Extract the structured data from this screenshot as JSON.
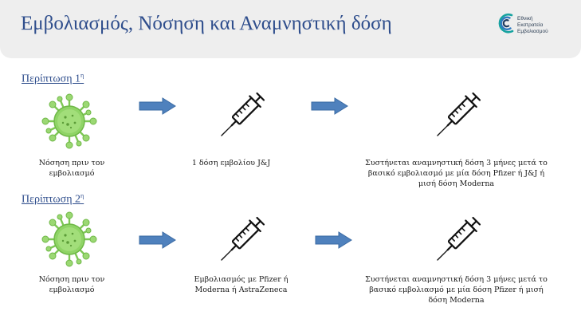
{
  "header": {
    "title": "Εμβολιασμός, Νόσηση και Αναμνηστική δόση",
    "logo": {
      "icon": "vaccination-campaign-logo-icon",
      "lines": [
        "Εθνική",
        "Εκστρατεία",
        "Εμβολιασμού"
      ],
      "colors": {
        "teal": "#17a3a0",
        "navy": "#1f3a5f",
        "blue": "#2f7ac0"
      }
    }
  },
  "cases": [
    {
      "title": "Περίπτωση 1",
      "title_sup": "η",
      "steps": [
        {
          "icon": "virus-icon",
          "caption": "Νόσηση πριν τον εμβολιασμό"
        },
        {
          "icon": "syringe-icon",
          "caption": "1 δόση εμβολίου J&J"
        },
        {
          "icon": "syringe-icon",
          "caption": "Συστήνεται αναμνηστική δόση 3 μήνες μετά το βασικό εμβολιασμό με μία δόση Pfizer ή J&J ή μισή δόση Moderna"
        }
      ]
    },
    {
      "title": "Περίπτωση 2",
      "title_sup": "η",
      "steps": [
        {
          "icon": "virus-icon",
          "caption": "Νόσηση πριν τον εμβολιασμό"
        },
        {
          "icon": "syringe-icon",
          "caption": "Εμβολιασμός με Pfizer ή Moderna ή AstraZeneca"
        },
        {
          "icon": "syringe-icon",
          "caption": "Συστήνεται αναμνηστική δόση 3 μήνες μετά το βασικό εμβολιασμό με μία δόση Pfizer ή μισή δόση Moderna"
        }
      ]
    }
  ],
  "colors": {
    "title": "#2e4d8c",
    "arrow": "#4f81bd",
    "virus": "#7ec855",
    "header_bg": "#eeeeee"
  }
}
